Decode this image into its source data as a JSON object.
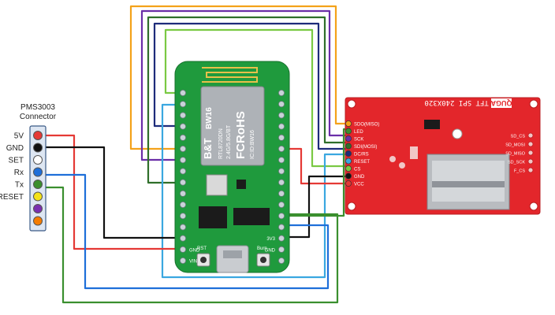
{
  "connector": {
    "title_line1": "PMS3003",
    "title_line2": "Connector",
    "pins": [
      {
        "label": "5V",
        "color": "#e53935"
      },
      {
        "label": "GND",
        "color": "#111111"
      },
      {
        "label": "SET",
        "color": "#ffffff"
      },
      {
        "label": "Rx",
        "color": "#1e6fd9"
      },
      {
        "label": "Tx",
        "color": "#3a8f2e"
      },
      {
        "label": "RESET",
        "color": "#f4e21a"
      },
      {
        "label": "",
        "color": "#7b2fb0"
      },
      {
        "label": "",
        "color": "#f57c00"
      }
    ]
  },
  "mcu": {
    "module_brand": "B&T",
    "module_model": "BW16",
    "module_sub1": "RTL8720DN",
    "module_sub2": "2.4G/5.8G/BT",
    "module_fc": "FCRoHS",
    "module_foot": "IC:ID:BW16",
    "left_pins": [
      "",
      "",
      "",
      "",
      "",
      "",
      "",
      "",
      "",
      "",
      "",
      "",
      "",
      "",
      "GND",
      "VIN"
    ],
    "bottom_buttons": [
      "RST",
      "Burn"
    ],
    "right_pins": [
      "",
      "",
      "",
      "",
      "",
      "",
      "",
      "",
      "",
      "",
      "",
      "",
      "",
      "3V3",
      "GND",
      ""
    ]
  },
  "tft": {
    "title": "2.2 TFT SPI 240X320",
    "logo": "QUGA",
    "pins": [
      "SDO(MISO)",
      "LED",
      "SCK",
      "SDI(MOSI)",
      "DC/RS",
      "RESET",
      "CS",
      "GND",
      "VCC"
    ],
    "sd_pins": [
      "SD_CS",
      "SD_MOSI",
      "SD_MISO",
      "SD_SCK",
      "F_CS"
    ]
  },
  "colors": {
    "pcb_green": "#1f9a3d",
    "pcb_red": "#e3262b",
    "wire_red": "#e53935",
    "wire_black": "#111111",
    "wire_blue": "#1e6fd9",
    "wire_green": "#3a8f2e",
    "wire_orange": "#f4a21a",
    "wire_purple": "#6a2ea8",
    "wire_darkgreen": "#2f6f2a",
    "wire_lightblue": "#3aa7e0",
    "wire_lightgreen": "#7ac943"
  }
}
